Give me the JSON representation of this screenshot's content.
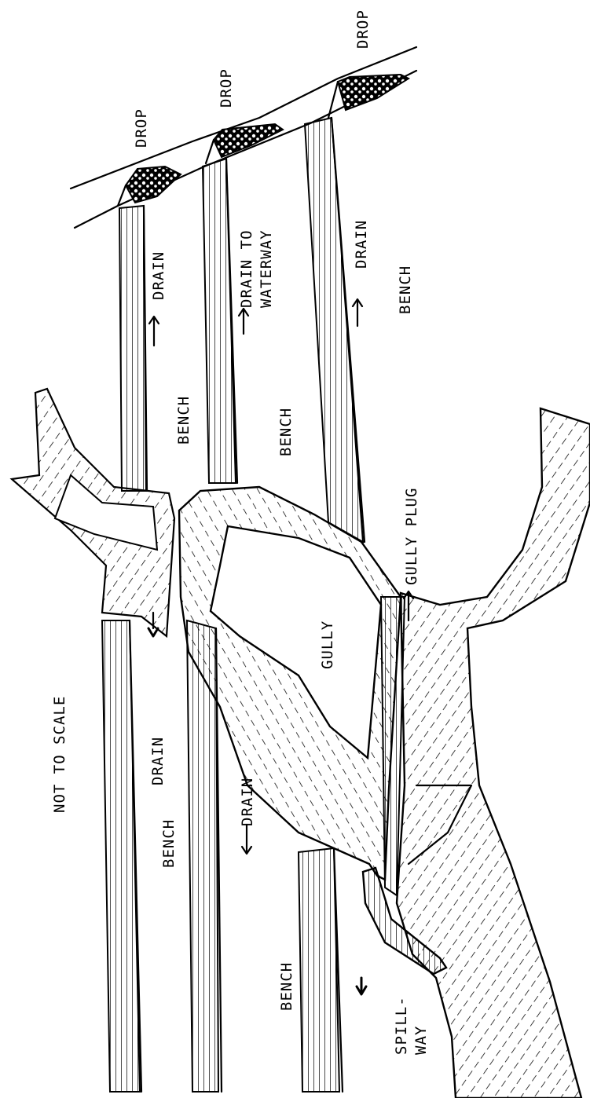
{
  "labels": {
    "drop_1": "DROP",
    "drop_2": "DROP",
    "drop_3": "DROP",
    "drain_1": "DRAIN",
    "drain_to_waterway_line1": "DRAIN TO",
    "drain_to_waterway_line2": "WATERWAY",
    "drain_3": "DRAIN",
    "bench_1": "BENCH",
    "bench_2": "BENCH",
    "bench_3": "BENCH",
    "gully_plug": "GULLY PLUG",
    "gully": "GULLY",
    "not_to_scale": "NOT TO SCALE",
    "drain_lower_1": "DRAIN",
    "bench_lower_1": "BENCH",
    "drain_lower_2": "DRAIN",
    "bench_lower_2": "BENCH",
    "spillway_line1": "SPILL-",
    "spillway_line2": "WAY"
  }
}
